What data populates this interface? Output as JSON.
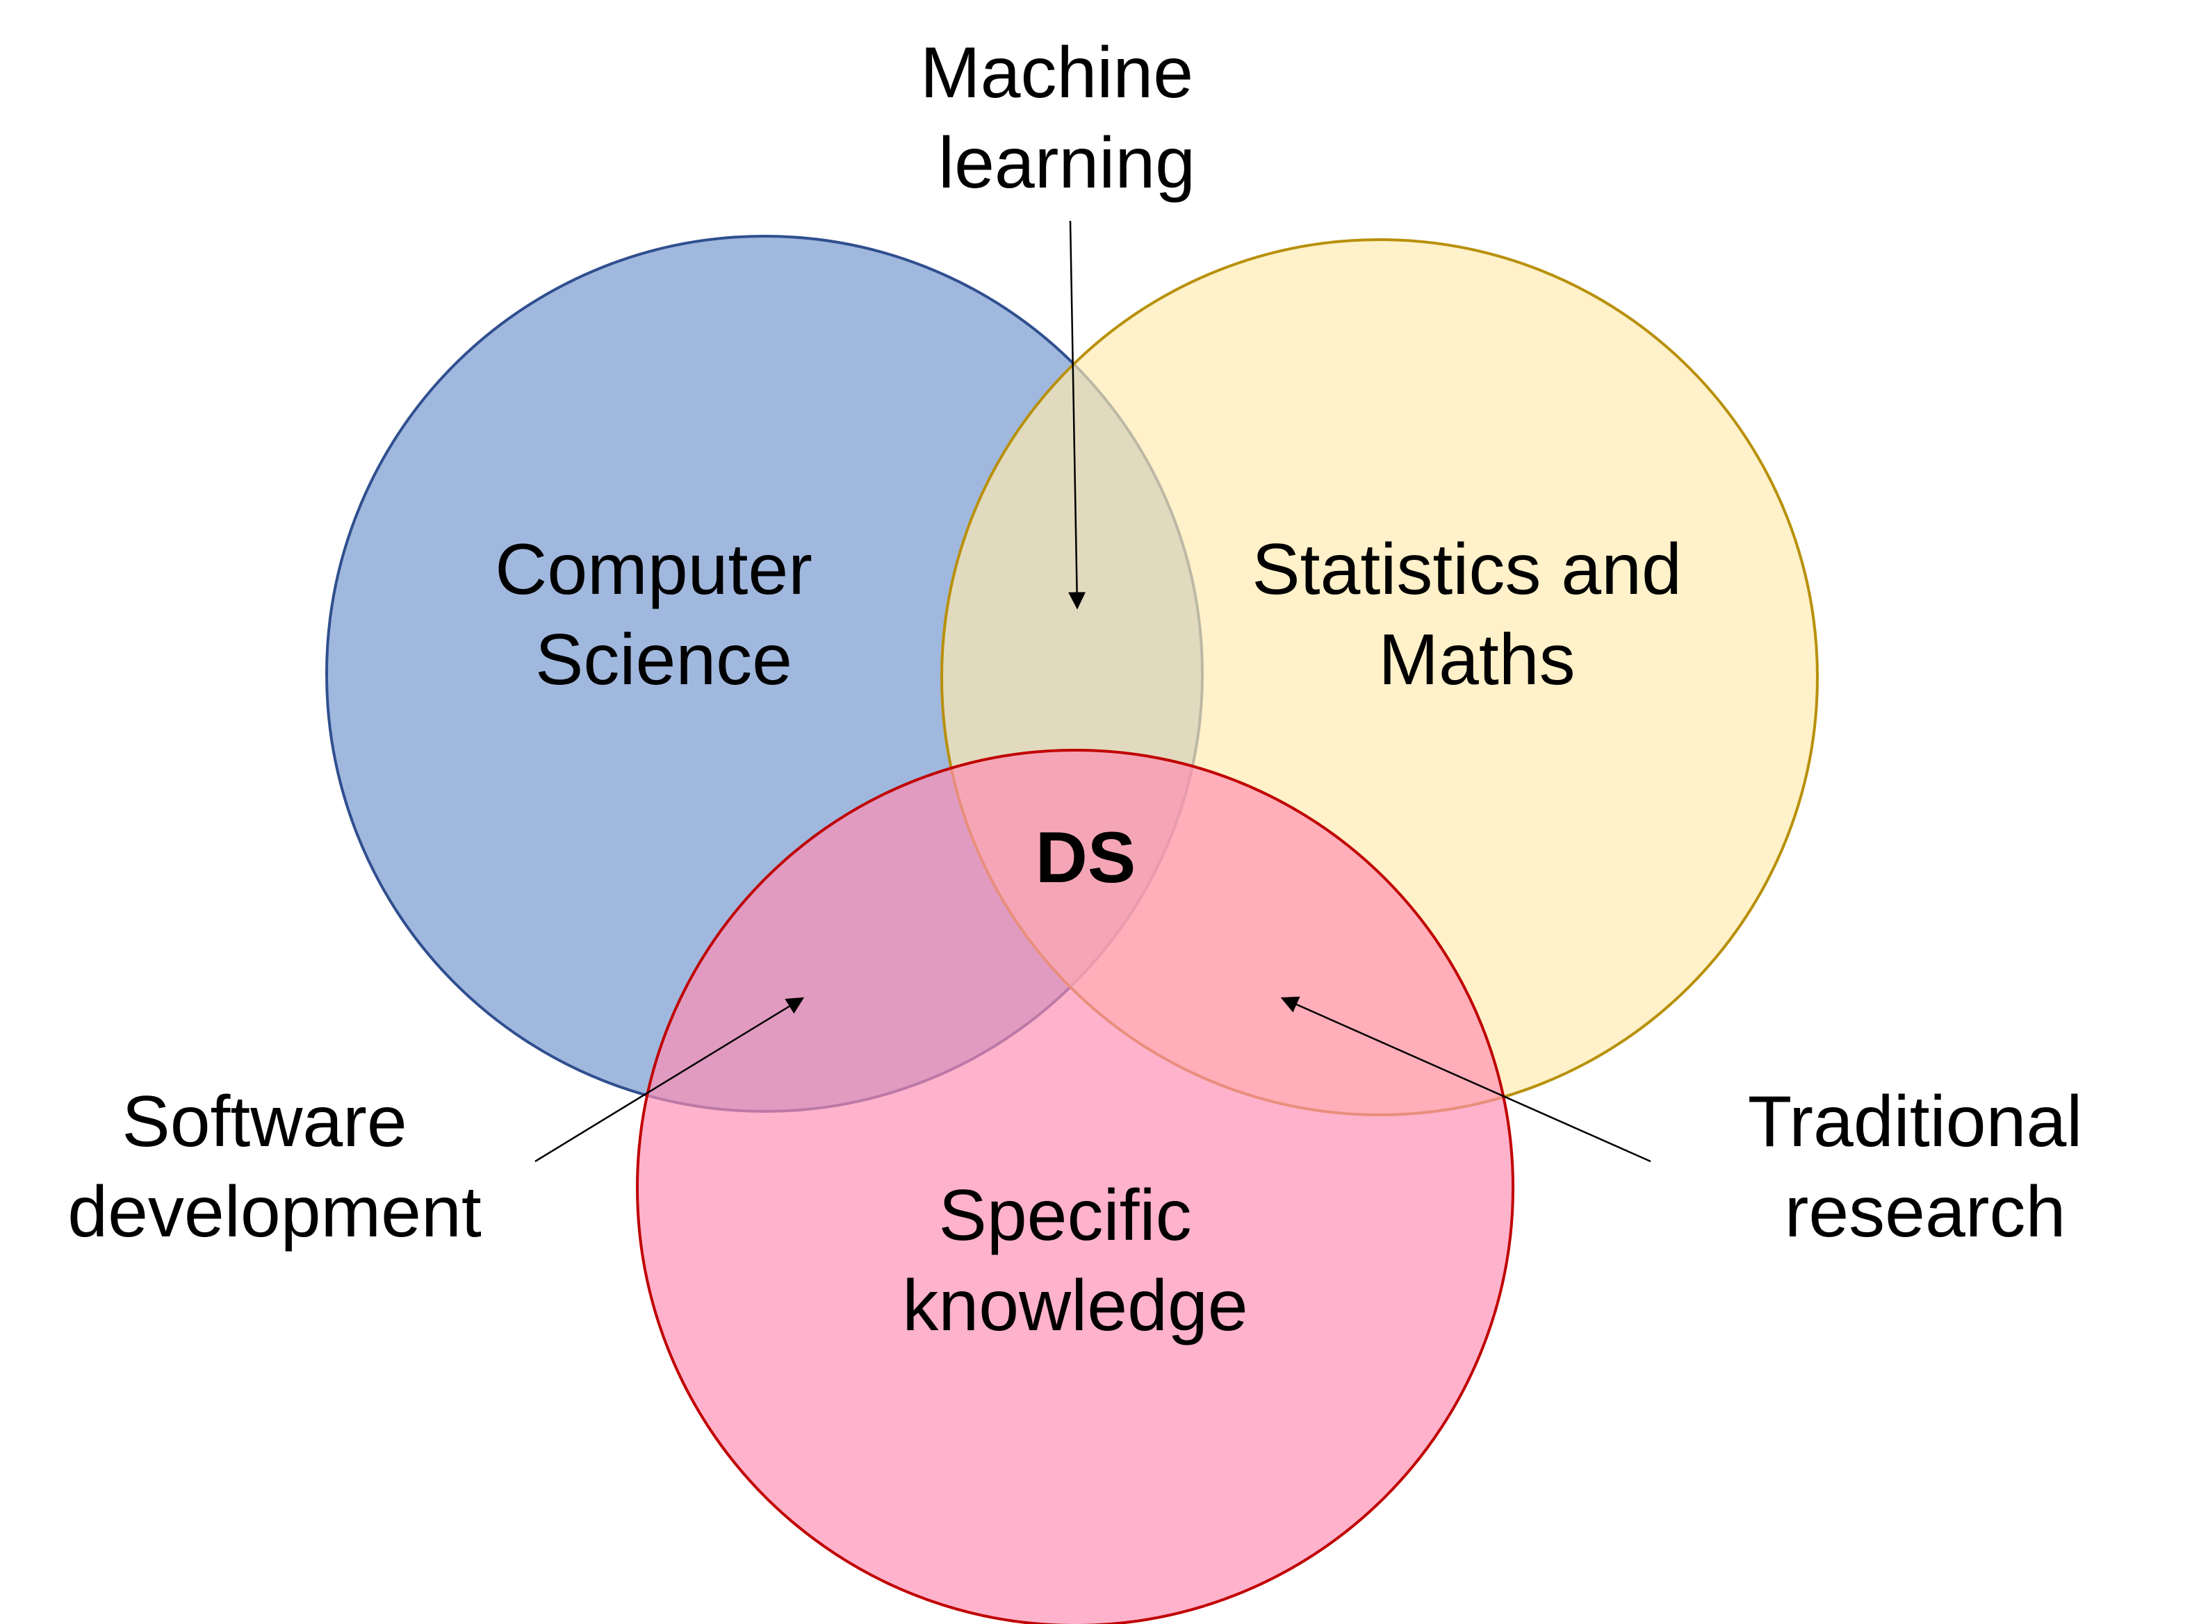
{
  "circles": {
    "computer_science": {
      "label_lines": [
        "Computer",
        "Science"
      ],
      "fill": "#7596CF",
      "stroke": "#2F4F8F"
    },
    "statistics_maths": {
      "label_lines": [
        "Statistics and",
        "Maths"
      ],
      "fill": "#FFEBB0",
      "stroke": "#B8900A"
    },
    "specific_knowledge": {
      "label_lines": [
        "Specific",
        "knowledge"
      ],
      "fill": "#FF8DB3",
      "stroke": "#C00000"
    }
  },
  "center_label": "DS",
  "annotations": {
    "machine_learning": [
      "Machine",
      "learning"
    ],
    "software_development": [
      "Software",
      "development"
    ],
    "traditional_research": [
      "Traditional",
      "research"
    ]
  },
  "colors": {
    "text": "#000000",
    "arrow": "#000000",
    "background": "#FFFFFF"
  }
}
